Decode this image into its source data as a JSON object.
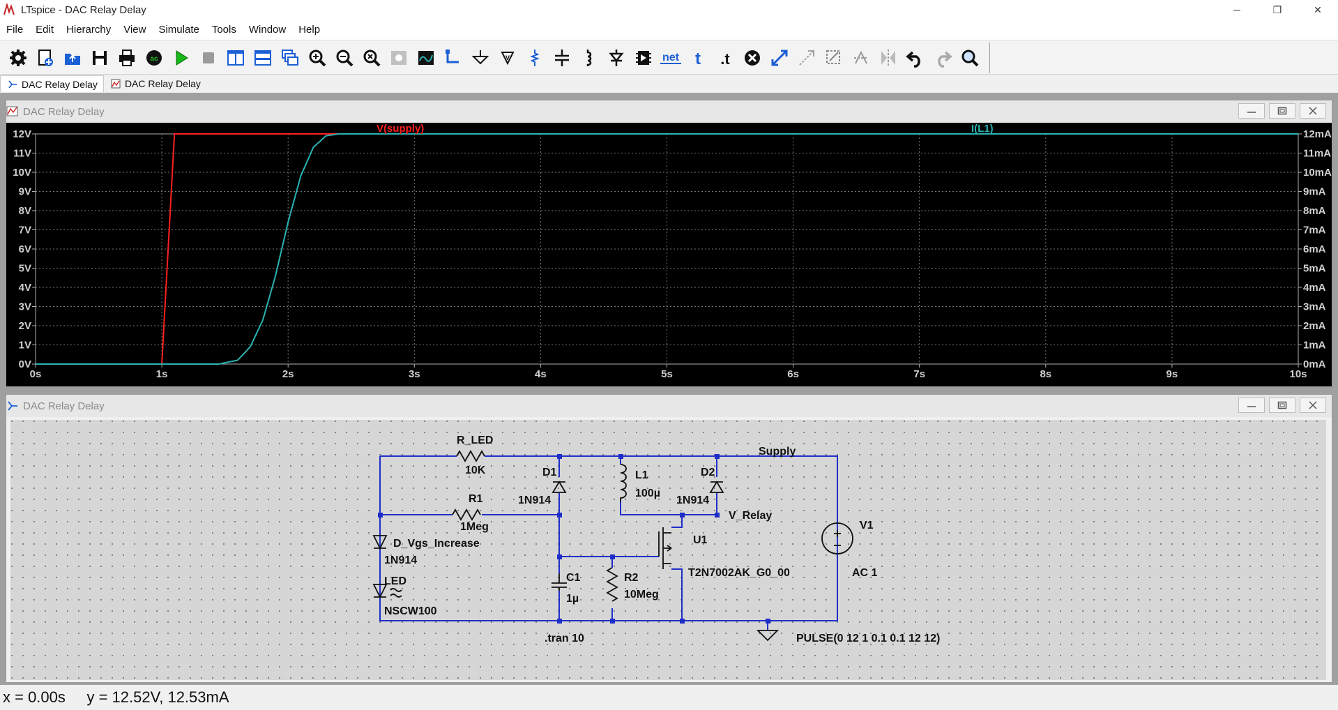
{
  "window": {
    "title": "LTspice - DAC Relay Delay"
  },
  "menu": [
    "File",
    "Edit",
    "Hierarchy",
    "View",
    "Simulate",
    "Tools",
    "Window",
    "Help"
  ],
  "toolbar": {
    "buttons": [
      "gear-icon",
      "new-schematic-icon",
      "open-icon",
      "save-icon",
      "print-icon",
      "run-ac-icon",
      "run-icon",
      "halt-icon",
      "tile-vertical-icon",
      "tile-horizontal-icon",
      "cascade-icon",
      "zoom-in-icon",
      "zoom-out-icon",
      "zoom-fit-icon",
      "zoom-full-icon",
      "autorange-icon",
      "draw-wire-icon",
      "ground-icon",
      "label-net-icon",
      "resistor-icon",
      "capacitor-icon",
      "inductor-icon",
      "diode-icon",
      "component-icon",
      "spice-directive-icon",
      "text-icon",
      "spice-dot-icon",
      "delete-icon",
      "move-icon",
      "drag-icon",
      "rotate-icon",
      "mirror-icon",
      "flip-icon",
      "undo-icon",
      "redo-icon",
      "find-icon"
    ],
    "net_label": "net",
    "text_label": "t",
    "dot_label": ".t"
  },
  "tabs": [
    {
      "label": "DAC Relay Delay",
      "icon": "schematic-icon"
    },
    {
      "label": "DAC Relay Delay",
      "icon": "waveform-icon"
    }
  ],
  "plot_window": {
    "title": "DAC Relay Delay",
    "chart_data": {
      "type": "line",
      "x_axis": {
        "ticks": [
          "0s",
          "1s",
          "2s",
          "3s",
          "4s",
          "5s",
          "6s",
          "7s",
          "8s",
          "9s",
          "10s"
        ],
        "range": [
          0,
          10
        ],
        "unit": "s"
      },
      "y_left": {
        "ticks": [
          "0V",
          "1V",
          "2V",
          "3V",
          "4V",
          "5V",
          "6V",
          "7V",
          "8V",
          "9V",
          "10V",
          "11V",
          "12V"
        ],
        "range": [
          0,
          12
        ],
        "unit": "V"
      },
      "y_right": {
        "ticks": [
          "0mA",
          "1mA",
          "2mA",
          "3mA",
          "4mA",
          "5mA",
          "6mA",
          "7mA",
          "8mA",
          "9mA",
          "10mA",
          "11mA",
          "12mA"
        ],
        "range": [
          0,
          12
        ],
        "unit": "mA"
      },
      "series": [
        {
          "name": "V(supply)",
          "color": "#ff2020",
          "axis": "left",
          "x": [
            0,
            1.0,
            1.1,
            3.4
          ],
          "y": [
            0,
            0,
            12,
            12
          ]
        },
        {
          "name": "I(L1)",
          "color": "#2ab3b3",
          "axis": "right",
          "x": [
            0,
            1.45,
            1.6,
            1.7,
            1.8,
            1.9,
            2.0,
            2.1,
            2.2,
            2.3,
            2.4,
            2.5,
            3.0,
            10.0
          ],
          "y": [
            0,
            0,
            0.2,
            0.9,
            2.3,
            4.6,
            7.4,
            9.8,
            11.3,
            11.9,
            12.0,
            12.0,
            12.0,
            12.0
          ]
        }
      ],
      "background": "#000000",
      "grid": true
    }
  },
  "schematic_window": {
    "title": "DAC Relay Delay",
    "labels": {
      "r_led": "R_LED",
      "r_led_val": "10K",
      "r1": "R1",
      "r1_val": "1Meg",
      "d1": "D1",
      "d1_val": "1N914",
      "l1": "L1",
      "l1_val": "100µ",
      "d2": "D2",
      "d2_val": "1N914",
      "supply": "Supply",
      "v_relay": "V_Relay",
      "d_vgs": "D_Vgs_Increase",
      "d_vgs_val": "1N914",
      "led": "LED",
      "led_val": "NSCW100",
      "c1": "C1",
      "c1_val": "1µ",
      "r2": "R2",
      "r2_val": "10Meg",
      "u1": "U1",
      "u1_val": "T2N7002AK_G0_00",
      "v1": "V1",
      "v1_val": "AC 1",
      "tran": ".tran 10",
      "pulse": "PULSE(0 12 1 0.1 0.1 12 12)"
    },
    "wire_color": "#1f2ec8"
  },
  "status": {
    "text": "x = 0.00s     y = 12.52V, 12.53mA"
  }
}
